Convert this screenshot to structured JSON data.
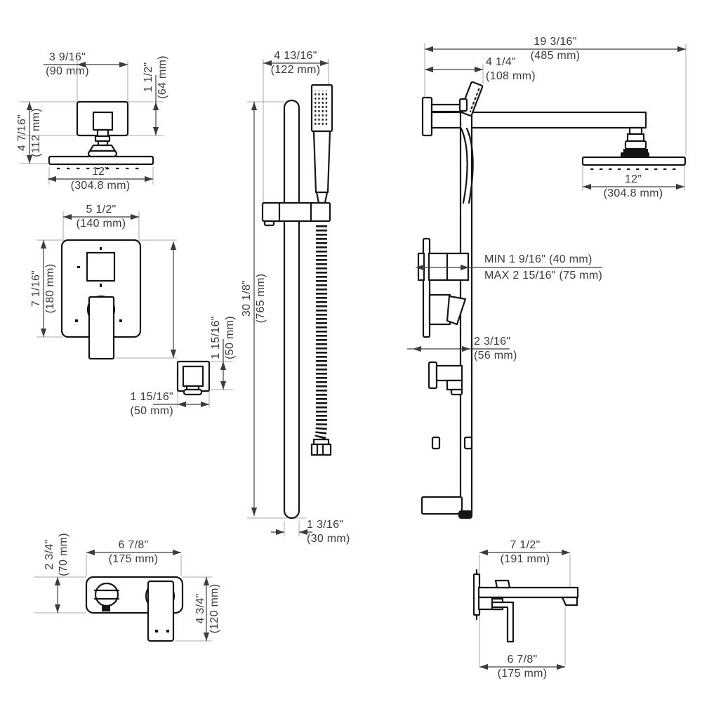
{
  "colors": {
    "line": "#151515",
    "dim_line": "#3c3c3c",
    "ext_line": "#a8a8a8",
    "text": "#3a3a3a",
    "bg": "#ffffff"
  },
  "views": {
    "showerhead_front": {
      "dim_width": {
        "in": "3 9/16\"",
        "mm": "(90 mm)"
      },
      "dim_drop": {
        "in": "1 1/2\"",
        "mm": "(64 mm)"
      },
      "dim_height": {
        "in": "4 7/16\"",
        "mm": "(112 mm)"
      },
      "dim_head": {
        "in": "12”",
        "mm": "(304.8 mm)"
      }
    },
    "valve_front": {
      "dim_width": {
        "in": "5 1/2\"",
        "mm": "(140 mm)"
      },
      "dim_height": {
        "in": "7 1/16\"",
        "mm": "(180 mm)"
      },
      "dim_square_height": {
        "in": "1 15/16\"",
        "mm": "(50 mm)"
      },
      "dim_square_width": {
        "in": "1 15/16\"",
        "mm": "(50 mm)"
      }
    },
    "handshower_bar": {
      "dim_offset": {
        "in": "4 13/16\"",
        "mm": "(122 mm)"
      },
      "dim_length": {
        "in": "30 1/8\"",
        "mm": "(765 mm)"
      },
      "dim_diameter": {
        "in": "1 3/16\"",
        "mm": "(30 mm)"
      }
    },
    "system_side": {
      "dim_arm": {
        "in": "19 3/16\"",
        "mm": "(485 mm)"
      },
      "dim_bar_offset": {
        "in": "4 1/4\"",
        "mm": "(108 mm)"
      },
      "dim_head": {
        "in": "12”",
        "mm": "(304.8 mm)"
      },
      "dim_depth_min": "MIN 1 9/16\" (40 mm)",
      "dim_depth_max": "MAX 2 15/16\" (75 mm)",
      "dim_holder": {
        "in": "2 3/16\"",
        "mm": "(56 mm)"
      }
    },
    "tub_filler_front": {
      "dim_plate_height": {
        "in": "2 3/4\"",
        "mm": "(70 mm)"
      },
      "dim_width": {
        "in": "6 7/8\"",
        "mm": "(175 mm)"
      },
      "dim_height": {
        "in": "4 3/4\"",
        "mm": "(120 mm)"
      }
    },
    "tub_filler_side": {
      "dim_reach": {
        "in": "7 1/2\"",
        "mm": "(191 mm)"
      },
      "dim_spout": {
        "in": "6 7/8\"",
        "mm": "(175 mm)"
      }
    }
  }
}
